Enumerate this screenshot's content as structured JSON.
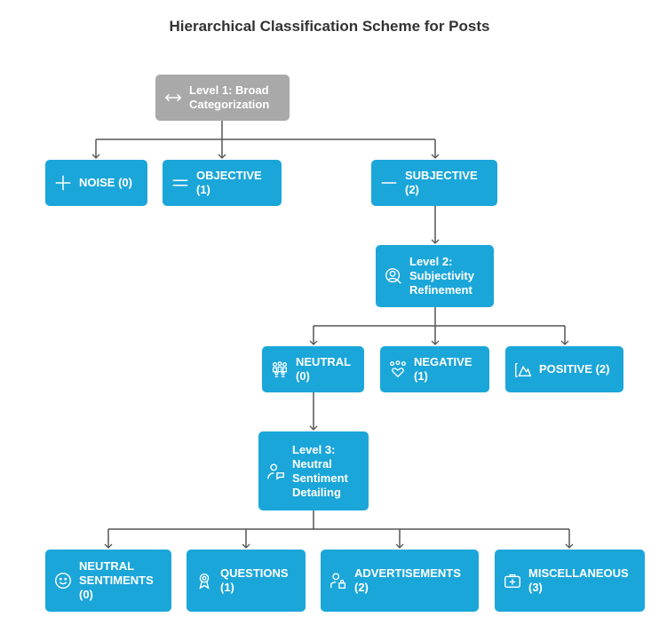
{
  "title": "Hierarchical Classification Scheme for Posts",
  "colors": {
    "node": "#1ba6d9",
    "header_node": "#a9a9a9",
    "connector": "#555555",
    "text": "#ffffff"
  },
  "nodes": {
    "level1": {
      "label": "Level 1: Broad Categorization",
      "icon": "double-arrow-icon"
    },
    "noise": {
      "label": "NOISE (0)",
      "icon": "plus-icon"
    },
    "objective": {
      "label": "OBJECTIVE (1)",
      "icon": "equals-icon"
    },
    "subjective": {
      "label": "SUBJECTIVE (2)",
      "icon": "minus-icon"
    },
    "level2": {
      "label": "Level 2: Subjectivity Refinement",
      "icon": "person-search-icon"
    },
    "neutral": {
      "label": "NEUTRAL (0)",
      "icon": "group-icon"
    },
    "negative": {
      "label": "NEGATIVE (1)",
      "icon": "group-heart-icon"
    },
    "positive": {
      "label": "POSITIVE (2)",
      "icon": "mountain-icon"
    },
    "level3": {
      "label": "Level 3: Neutral Sentiment Detailing",
      "icon": "person-chat-icon"
    },
    "neutral_sentiments": {
      "label": "NEUTRAL SENTIMENTS (0)",
      "icon": "smiley-icon"
    },
    "questions": {
      "label": "QUESTIONS (1)",
      "icon": "award-icon"
    },
    "advertisements": {
      "label": "ADVERTISEMENTS (2)",
      "icon": "person-lock-icon"
    },
    "miscellaneous": {
      "label": "MISCELLANEOUS (3)",
      "icon": "medkit-icon"
    }
  }
}
